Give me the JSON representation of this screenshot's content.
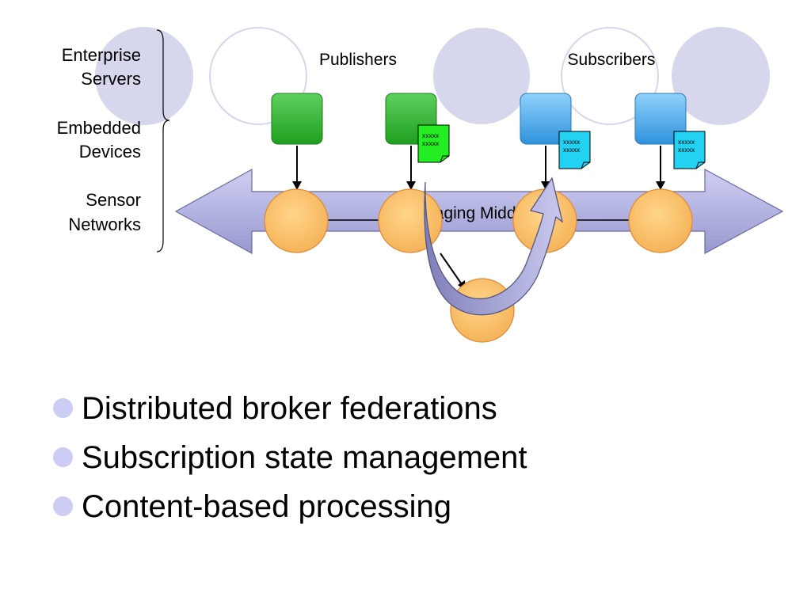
{
  "layers": [
    "Enterprise",
    "Servers",
    "Embedded",
    "Devices",
    "Sensor",
    "Networks"
  ],
  "group_labels": {
    "publishers": "Publishers",
    "subscribers": "Subscribers"
  },
  "middleware_label": "Messaging Middleware",
  "message_text": [
    "xxxxx",
    "xxxxx"
  ],
  "bullets": [
    "Distributed broker federations",
    "Subscription state management",
    "Content-based processing"
  ],
  "colors": {
    "publisher": "#22aa22",
    "subscriber": "#44aaee",
    "broker": "#fdc56a",
    "bus": "#b4b4e6",
    "decor_circle": "#d6d6ec",
    "bullet": "#ccccf4"
  }
}
